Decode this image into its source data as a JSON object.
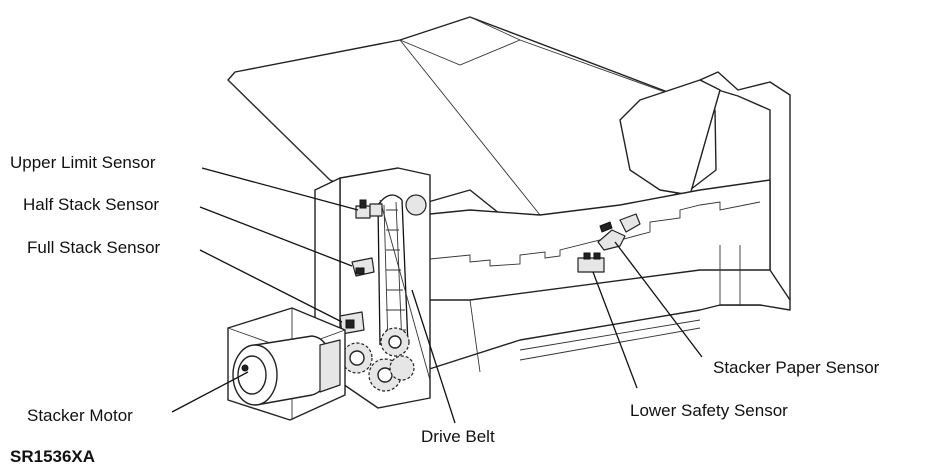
{
  "labels": {
    "upper_limit": "Upper Limit Sensor",
    "half_stack": "Half Stack Sensor",
    "full_stack": "Full Stack Sensor",
    "stacker_motor": "Stacker Motor",
    "drive_belt": "Drive Belt",
    "lower_safety": "Lower Safety Sensor",
    "stacker_paper": "Stacker Paper Sensor"
  },
  "figure_code": "SR1536XA"
}
